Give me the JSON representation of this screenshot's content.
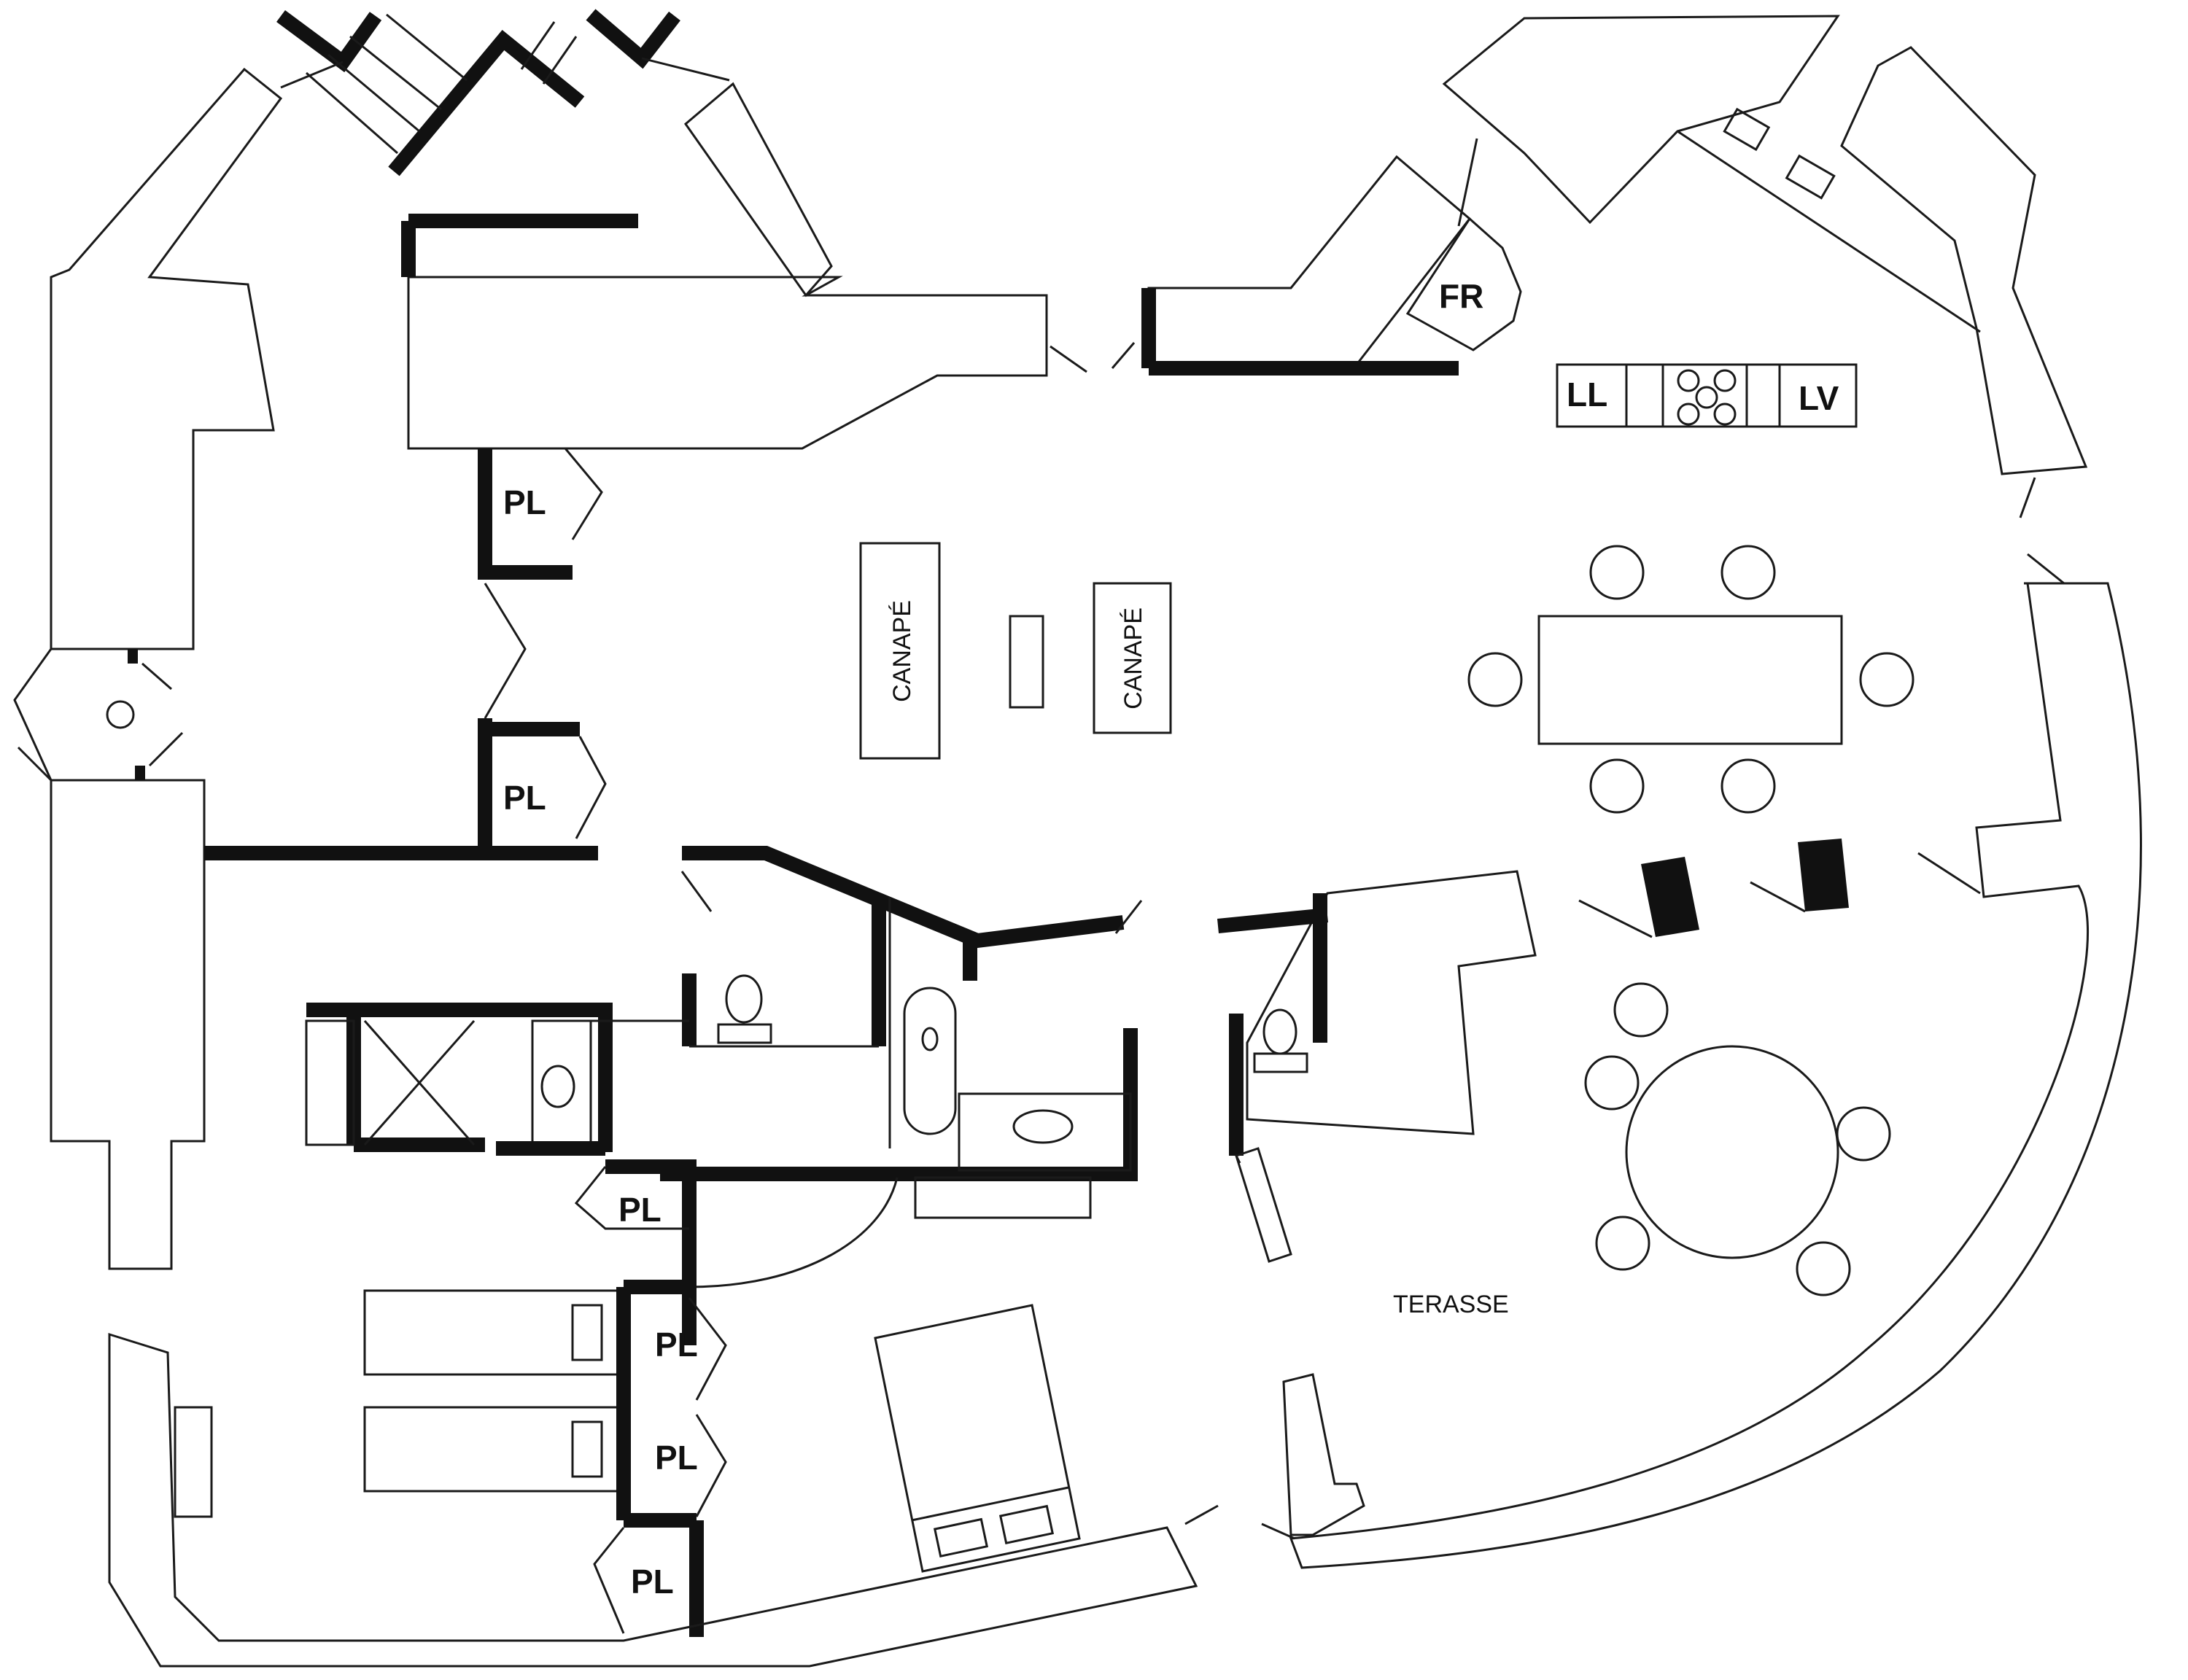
{
  "labels": {
    "pl": "PL",
    "fr": "FR",
    "ll": "LL",
    "lv": "LV",
    "canape": "CANAPÉ",
    "terrace": "TERASSE"
  }
}
